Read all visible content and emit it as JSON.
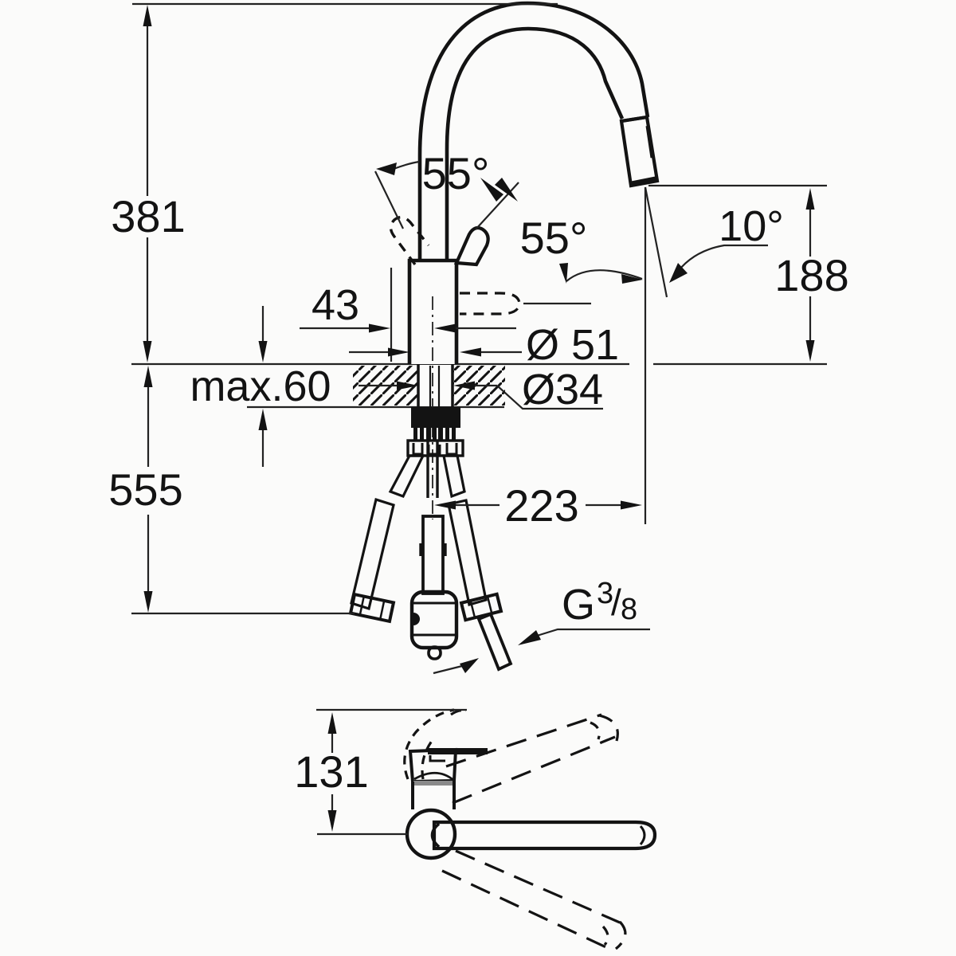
{
  "drawing": {
    "title": "faucet installation dimension drawing",
    "views": {
      "front_view": "kitchen mixer tap with high C-spout and pull-out spray, mounted on deck with flexible hoses and hose weight below",
      "top_view": "plan view showing lever and swivel spout range"
    },
    "colors": {
      "background": "#fbfbfa",
      "line": "#131313"
    },
    "dimensions": {
      "total_height": "381",
      "lever_swing_left": "55°",
      "lever_swing_right": "55°",
      "spray_head_angle": "10°",
      "outlet_height": "188",
      "center_offset": "43",
      "body_diameter": "Ø 51",
      "deck_thickness": "max.60",
      "hole_diameter": "Ø34",
      "hose_drop": "555",
      "spout_reach": "223",
      "thread_letter": "G",
      "thread_numerator": "3",
      "thread_slash": "/",
      "thread_denominator": "8",
      "top_view_depth": "131"
    }
  }
}
